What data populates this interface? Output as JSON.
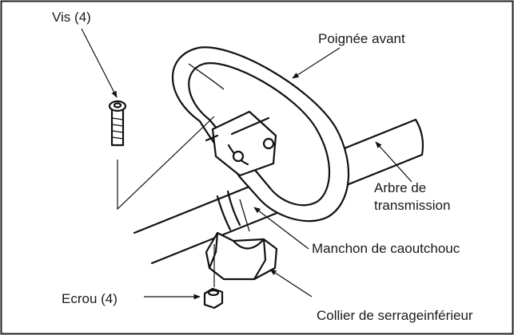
{
  "labels": {
    "screw": "Vis (4)",
    "front_handle": "Poignée avant",
    "drive_shaft_line1": "Arbre de",
    "drive_shaft_line2": "transmission",
    "rubber_sleeve": "Manchon de caoutchouc",
    "nut": "Ecrou (4)",
    "lower_clamp": "Collier de serrageinférieur"
  }
}
